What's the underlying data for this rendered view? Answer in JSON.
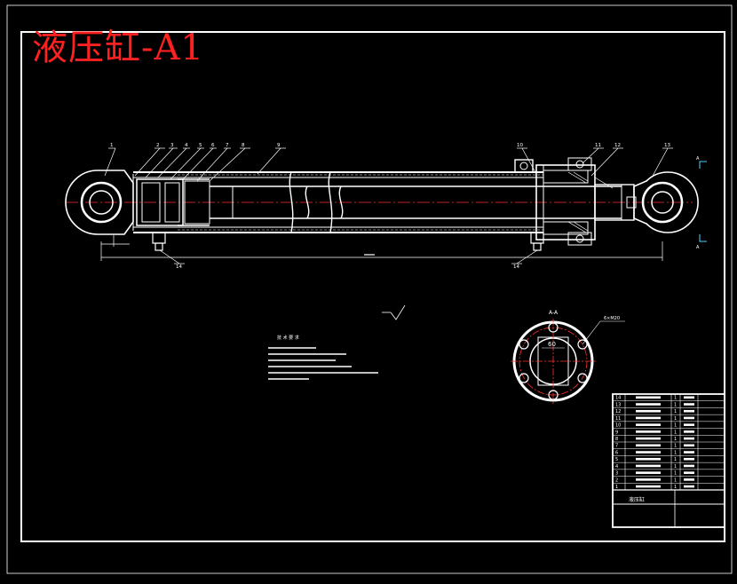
{
  "title": "液压缸-A1",
  "balloons": [
    "1",
    "2",
    "3",
    "4",
    "5",
    "6",
    "7",
    "8",
    "9",
    "10",
    "11",
    "12",
    "13",
    "14",
    "14"
  ],
  "section_label": "A-A",
  "section_dim": "60",
  "bolt_label": "6×M20",
  "view_marks": [
    "A",
    "A"
  ],
  "tech_notes_heading": "技 术 要 求",
  "tech_notes": [
    "1.",
    "2.",
    "3.",
    "4.",
    "5.",
    "6."
  ],
  "title_block": {
    "part_name": "液压缸",
    "rows": [
      {
        "no": "14",
        "name": "",
        "qty": "1",
        "mat": ""
      },
      {
        "no": "13",
        "name": "",
        "qty": "1",
        "mat": ""
      },
      {
        "no": "12",
        "name": "",
        "qty": "1",
        "mat": ""
      },
      {
        "no": "11",
        "name": "",
        "qty": "1",
        "mat": ""
      },
      {
        "no": "10",
        "name": "",
        "qty": "1",
        "mat": ""
      },
      {
        "no": "9",
        "name": "",
        "qty": "1",
        "mat": ""
      },
      {
        "no": "8",
        "name": "",
        "qty": "1",
        "mat": ""
      },
      {
        "no": "7",
        "name": "",
        "qty": "1",
        "mat": ""
      },
      {
        "no": "6",
        "name": "",
        "qty": "1",
        "mat": ""
      },
      {
        "no": "5",
        "name": "",
        "qty": "1",
        "mat": ""
      },
      {
        "no": "4",
        "name": "",
        "qty": "1",
        "mat": ""
      },
      {
        "no": "3",
        "name": "",
        "qty": "1",
        "mat": ""
      },
      {
        "no": "2",
        "name": "",
        "qty": "1",
        "mat": ""
      },
      {
        "no": "1",
        "name": "",
        "qty": "1",
        "mat": ""
      }
    ]
  }
}
